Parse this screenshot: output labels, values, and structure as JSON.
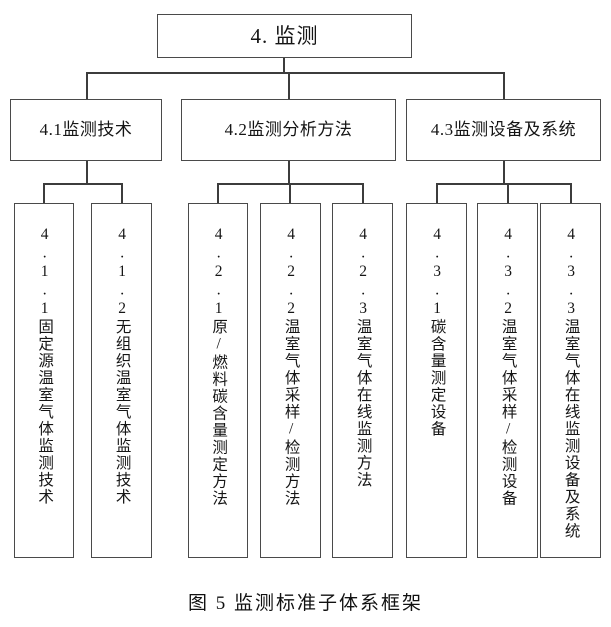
{
  "figure": {
    "caption": "图 5 监测标准子体系框架",
    "root": {
      "label": "4. 监测"
    },
    "level2": [
      {
        "id": "4.1",
        "label": "4.1监测技术"
      },
      {
        "id": "4.2",
        "label": "4.2监测分析方法"
      },
      {
        "id": "4.3",
        "label": "4.3监测设备及系统"
      }
    ],
    "level3": [
      {
        "id": "4.1.1",
        "parent": "4.1",
        "label": "4.1.1固定源温室气体监测技术"
      },
      {
        "id": "4.1.2",
        "parent": "4.1",
        "label": "4.1.2无组织温室气体监测技术"
      },
      {
        "id": "4.2.1",
        "parent": "4.2",
        "label": "4.2.1原/燃料碳含量测定方法"
      },
      {
        "id": "4.2.2",
        "parent": "4.2",
        "label": "4.2.2温室气体采样/检测方法"
      },
      {
        "id": "4.2.3",
        "parent": "4.2",
        "label": "4.2.3温室气体在线监测方法"
      },
      {
        "id": "4.3.1",
        "parent": "4.3",
        "label": "4.3.1碳含量测定设备"
      },
      {
        "id": "4.3.2",
        "parent": "4.3",
        "label": "4.3.2温室气体采样/检测设备"
      },
      {
        "id": "4.3.3",
        "parent": "4.3",
        "label": "4.3.3温室气体在线监测设备及系统"
      }
    ],
    "colors": {
      "box_border": "#4a4a4a",
      "connector": "#3c3c3c",
      "text": "#151515",
      "background": "#ffffff"
    }
  }
}
